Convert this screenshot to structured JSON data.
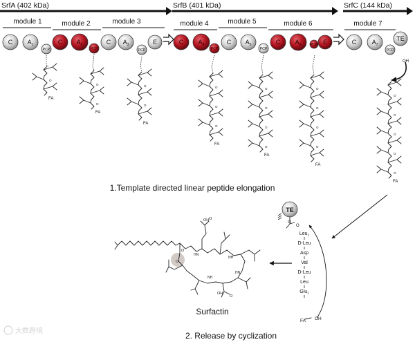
{
  "colors": {
    "domain_red": "#b3141f",
    "domain_grey": "#d0d0d0",
    "cyclization_highlight": "#c9c0b8",
    "arrow": "#111111"
  },
  "subunits": [
    {
      "label": "SrfA (402 kDa)"
    },
    {
      "label": "SrfB (401 kDa)"
    },
    {
      "label": "SrfC (144 kDa)"
    }
  ],
  "modules": [
    "module 1",
    "module 2",
    "module 3",
    "module 4",
    "module 5",
    "module 6",
    "module 7"
  ],
  "domains": [
    {
      "label": "C",
      "color": "grey"
    },
    {
      "label": "A",
      "sub": "1",
      "color": "grey"
    },
    {
      "label": "PCP",
      "color": "grey",
      "small": true
    },
    {
      "label": "C",
      "color": "red"
    },
    {
      "label": "A",
      "sub": "2",
      "color": "red"
    },
    {
      "label": "PCP",
      "color": "red",
      "small": true
    },
    {
      "label": "C",
      "color": "grey"
    },
    {
      "label": "A",
      "sub": "3",
      "color": "grey"
    },
    {
      "label": "PCP",
      "color": "grey",
      "small": true
    },
    {
      "label": "E",
      "color": "grey"
    },
    {
      "label": "C",
      "color": "red"
    },
    {
      "label": "A",
      "sub": "4",
      "color": "red"
    },
    {
      "label": "PCP",
      "color": "red",
      "small": true
    },
    {
      "label": "C",
      "color": "grey"
    },
    {
      "label": "A",
      "sub": "5",
      "color": "grey"
    },
    {
      "label": "PCP",
      "color": "grey",
      "small": true
    },
    {
      "label": "C",
      "color": "red"
    },
    {
      "label": "A",
      "sub": "6",
      "color": "red"
    },
    {
      "label": "PCP",
      "color": "red",
      "small": true
    },
    {
      "label": "E",
      "color": "red"
    },
    {
      "label": "C",
      "color": "grey"
    },
    {
      "label": "A",
      "sub": "7",
      "color": "grey"
    },
    {
      "label": "PCP",
      "color": "grey",
      "small": true
    },
    {
      "label": "TE",
      "color": "grey"
    }
  ],
  "step1_caption": "1.Template directed linear peptide elongation",
  "step2_caption": "2. Release by cyclization",
  "product_label": "Surfactin",
  "te_label": "TE",
  "chain_residues": [
    "Leu",
    "D-Leu",
    "Asp",
    "Val",
    "D-Leu",
    "Leu",
    "Glu"
  ],
  "fa_label": "FA",
  "oh_label": "OH",
  "watermark": "大数跨境"
}
